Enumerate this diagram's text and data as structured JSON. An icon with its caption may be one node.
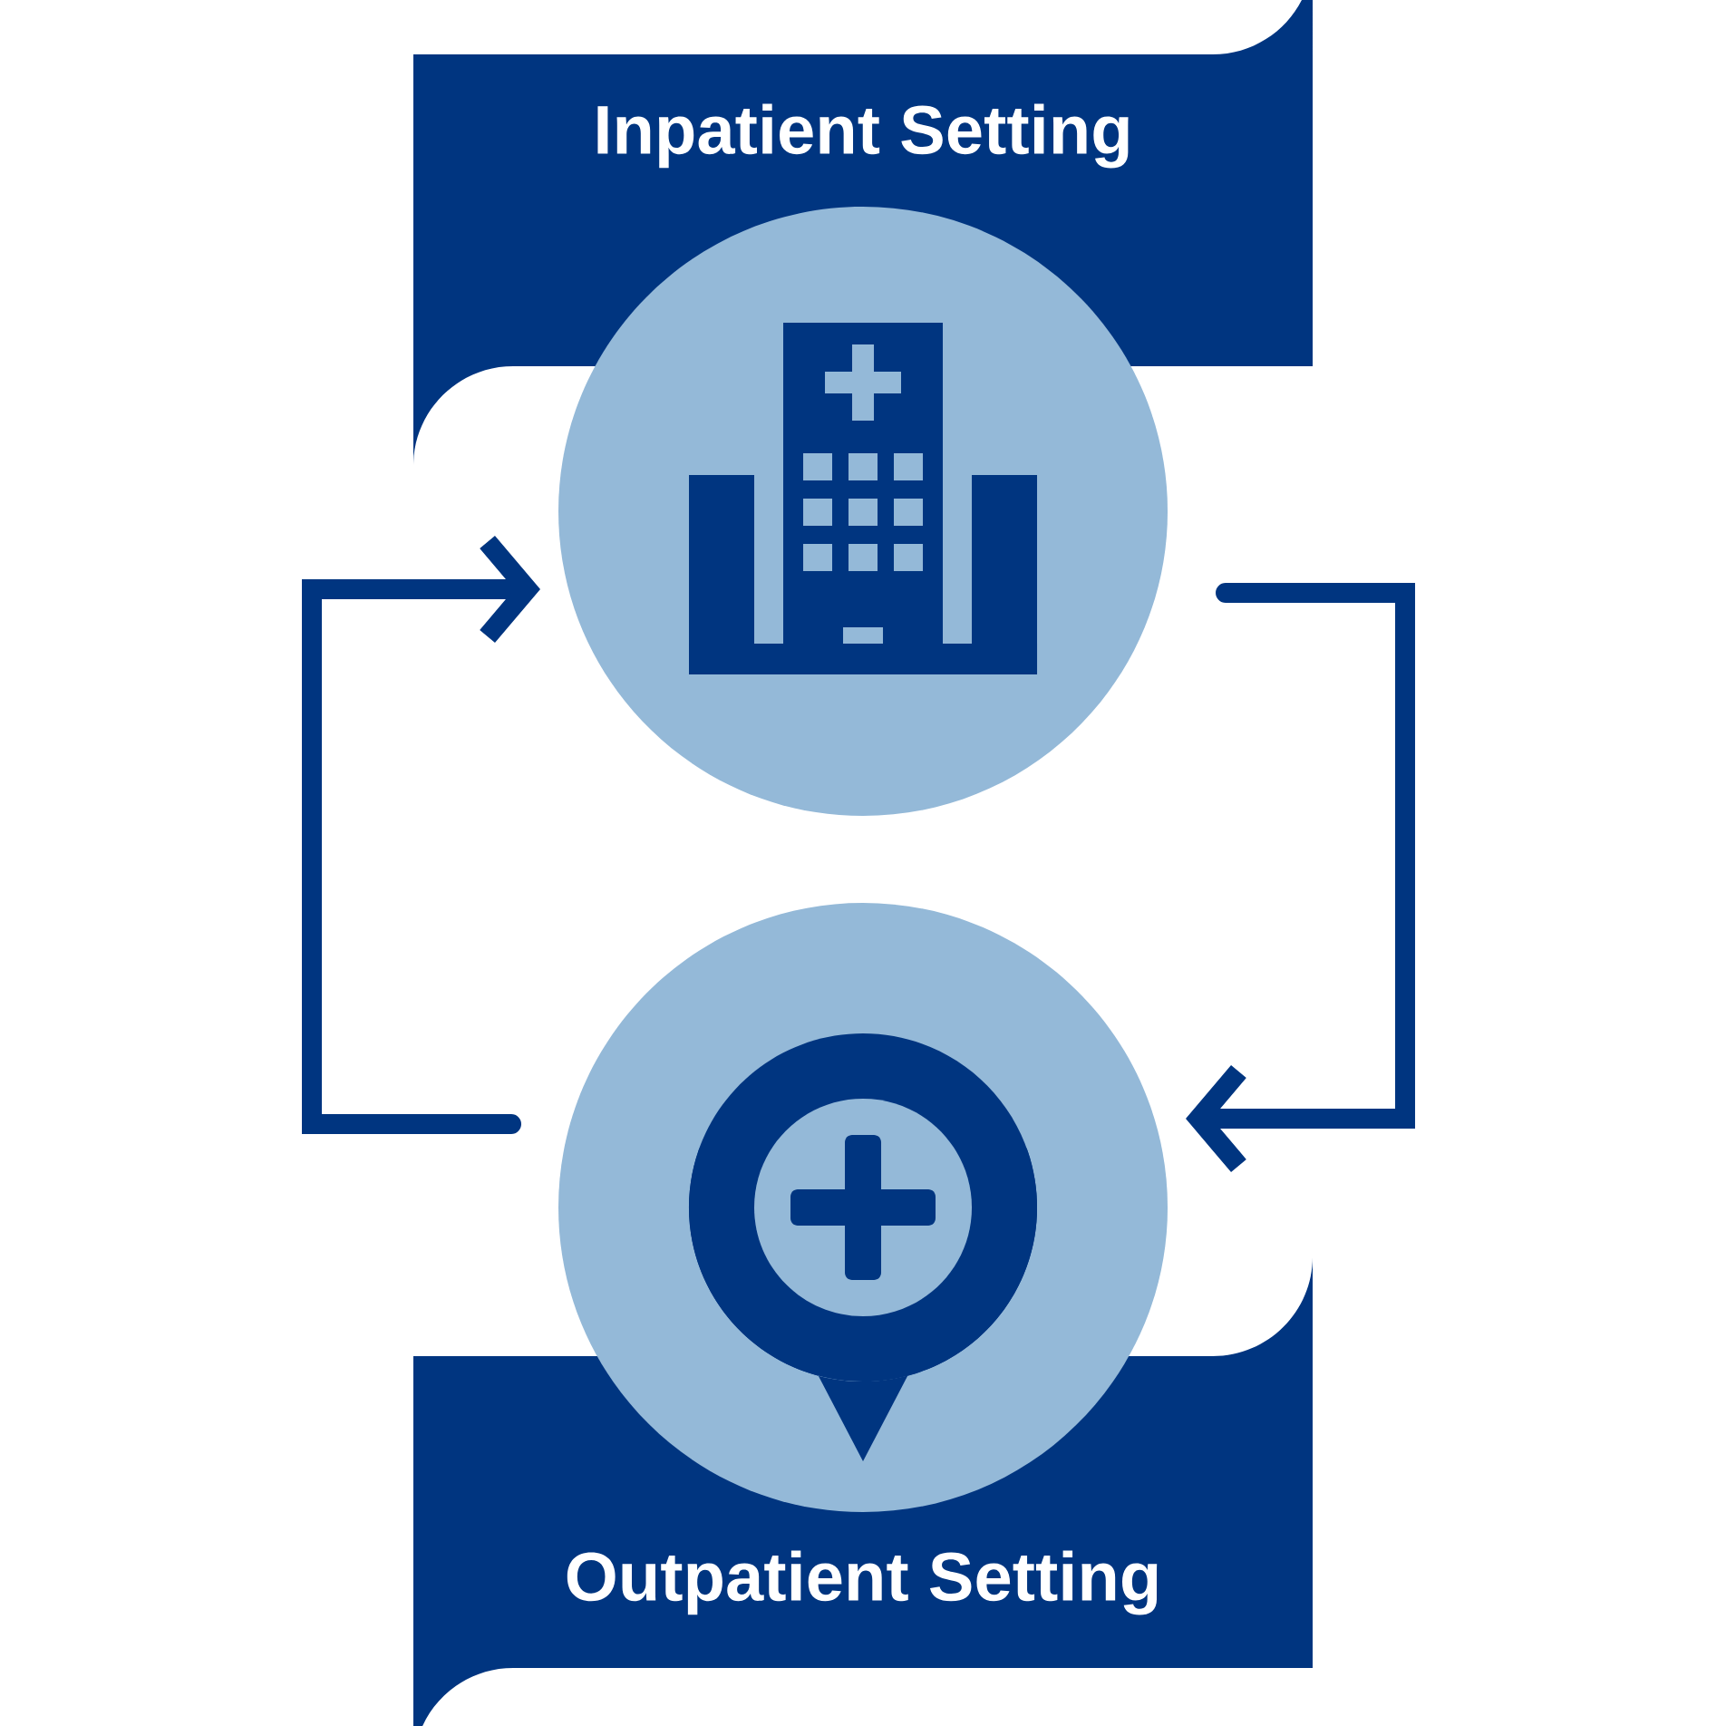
{
  "diagram": {
    "nodes": [
      {
        "text": [
          "Inpatient Setting"
        ]
      },
      {
        "text": [],
        "shape": "circle"
      },
      {
        "text": [],
        "shape": "circle"
      },
      {
        "text": [
          "Outpatient Setting"
        ]
      }
    ],
    "edges": [
      {
        "from": 2,
        "to": 1,
        "arrow": "to"
      },
      {
        "from": 1,
        "to": 2,
        "arrow": "to"
      }
    ]
  }
}
